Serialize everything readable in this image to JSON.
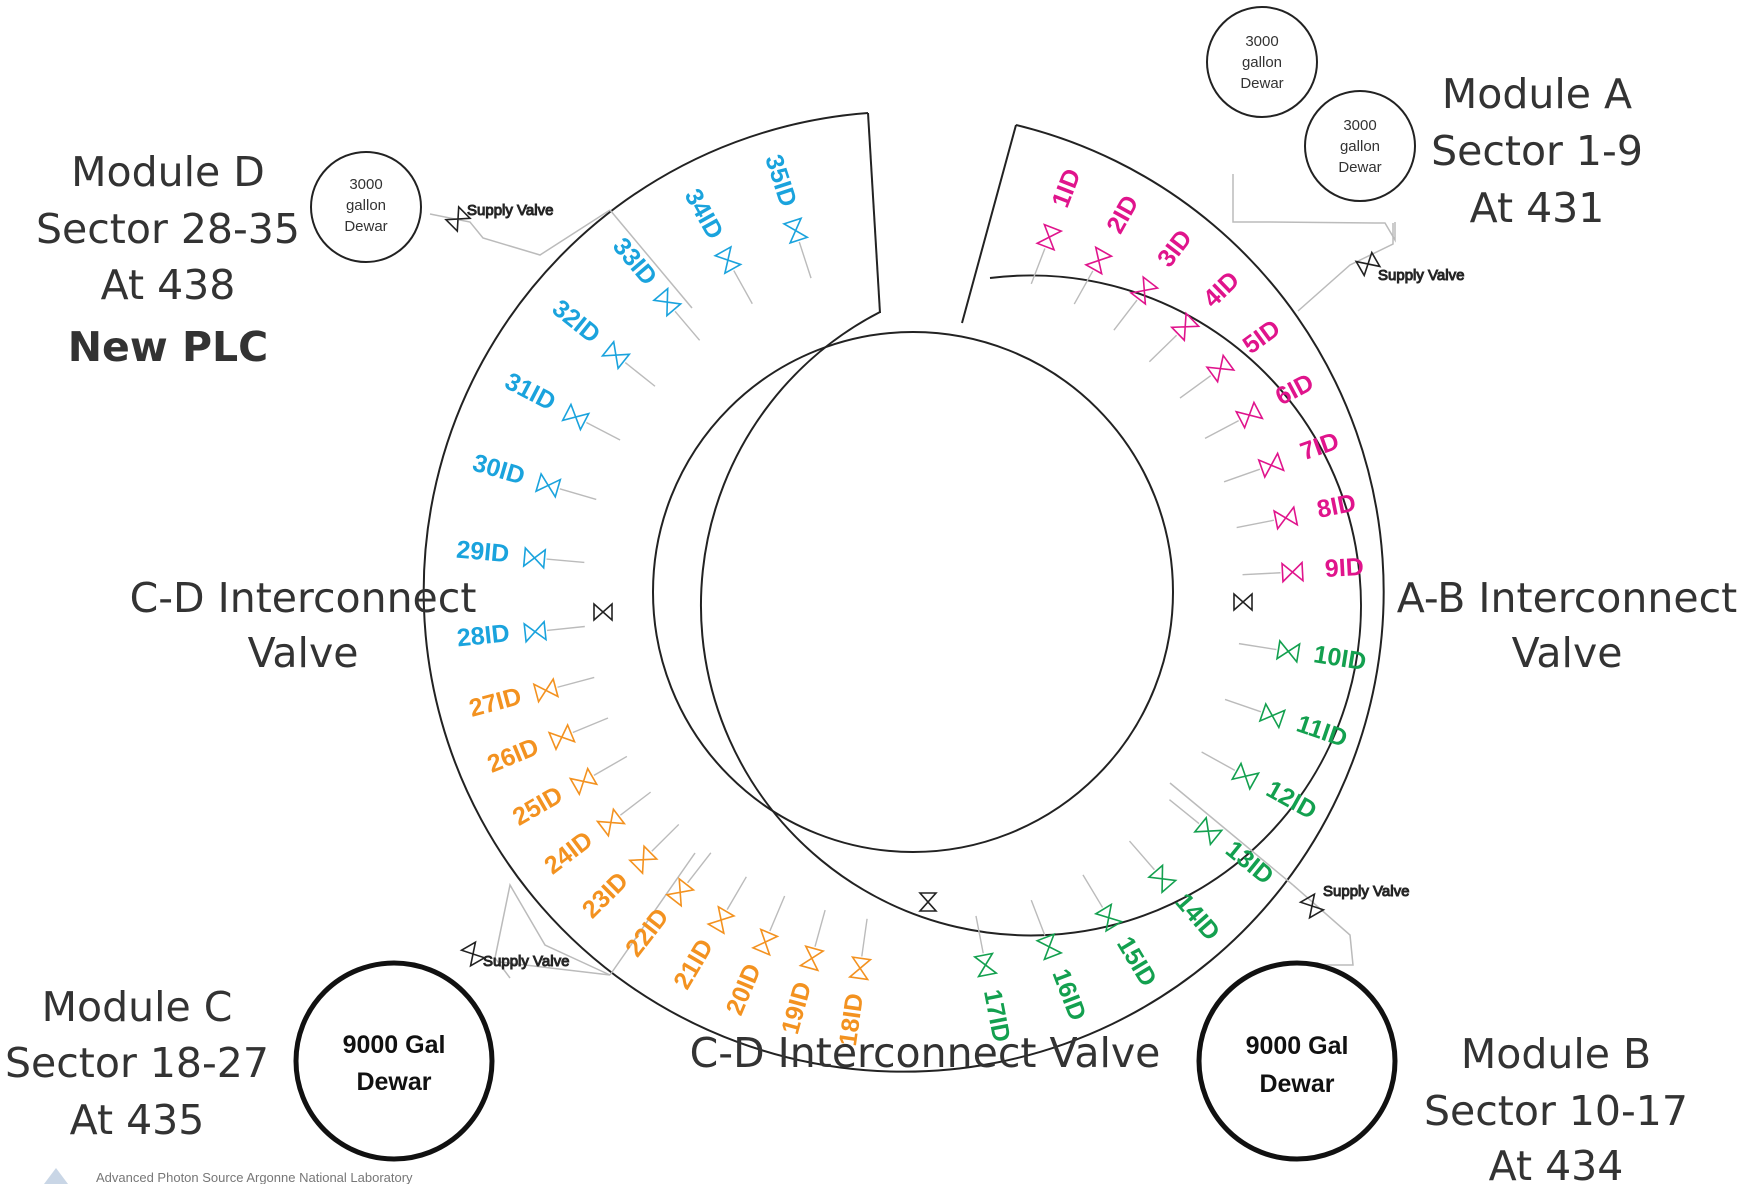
{
  "modules": {
    "a": {
      "line1": "Module A",
      "line2": "Sector 1-9",
      "line3": "At 431"
    },
    "b": {
      "line1": "Module B",
      "line2": "Sector 10-17",
      "line3": "At 434"
    },
    "c": {
      "line1": "Module C",
      "line2": "Sector 18-27",
      "line3": "At 435"
    },
    "d": {
      "line1": "Module D",
      "line2": "Sector 28-35",
      "line3": "At 438",
      "line4": "New PLC"
    }
  },
  "interconnects": {
    "cd_left": {
      "line1": "C-D Interconnect",
      "line2": "Valve"
    },
    "ab_right": {
      "line1": "A-B Interconnect",
      "line2": "Valve"
    },
    "cd_bottom": "C-D Interconnect Valve"
  },
  "dewars": {
    "small": {
      "line1": "3000",
      "line2": "gallon",
      "line3": "Dewar"
    },
    "large": {
      "line1": "9000 Gal",
      "line2": "Dewar"
    }
  },
  "supply_valve_label": "Supply Valve",
  "footer": "Advanced Photon Source  Argonne National Laboratory",
  "colors": {
    "module_a": "#e0148c",
    "module_b": "#13a04f",
    "module_c": "#f39220",
    "module_d": "#1aa3dd",
    "outline": "#222222",
    "pipe": "#bbbbbb"
  },
  "valves": {
    "module_a": [
      "1ID",
      "2ID",
      "3ID",
      "4ID",
      "5ID",
      "6ID",
      "7ID",
      "8ID",
      "9ID"
    ],
    "module_b": [
      "10ID",
      "11ID",
      "12ID",
      "13ID",
      "14ID",
      "15ID",
      "16ID",
      "17ID"
    ],
    "module_c": [
      "18ID",
      "19ID",
      "20ID",
      "21ID",
      "22ID",
      "23ID",
      "24ID",
      "25ID",
      "26ID",
      "27ID"
    ],
    "module_d": [
      "28ID",
      "29ID",
      "30ID",
      "31ID",
      "32ID",
      "33ID",
      "34ID",
      "35ID"
    ]
  }
}
